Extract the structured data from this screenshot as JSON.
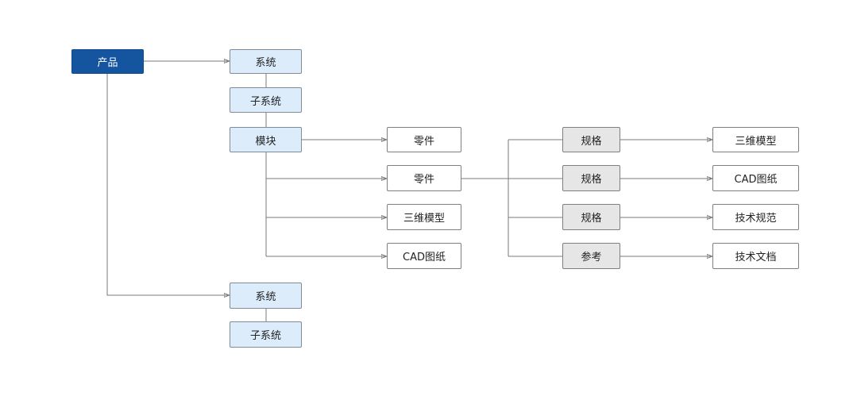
{
  "colors": {
    "product_fill": "#1555a0",
    "system_fill": "#dcecfb",
    "part_fill": "#ffffff",
    "spec_fill": "#e6e6e6",
    "connector": "#7a7a7a"
  },
  "nodes": {
    "product": "产品",
    "system_1": "系统",
    "subsystem_1": "子系统",
    "module": "模块",
    "system_2": "系统",
    "subsystem_2": "子系统",
    "part_1": "零件",
    "part_2": "零件",
    "model_3d_1": "三维模型",
    "cad_drawing_1": "CAD图纸",
    "spec_1": "规格",
    "spec_2": "规格",
    "spec_3": "规格",
    "reference": "参考",
    "model_3d_2": "三维模型",
    "cad_drawing_2": "CAD图纸",
    "tech_standard": "技术规范",
    "tech_document": "技术文档"
  }
}
